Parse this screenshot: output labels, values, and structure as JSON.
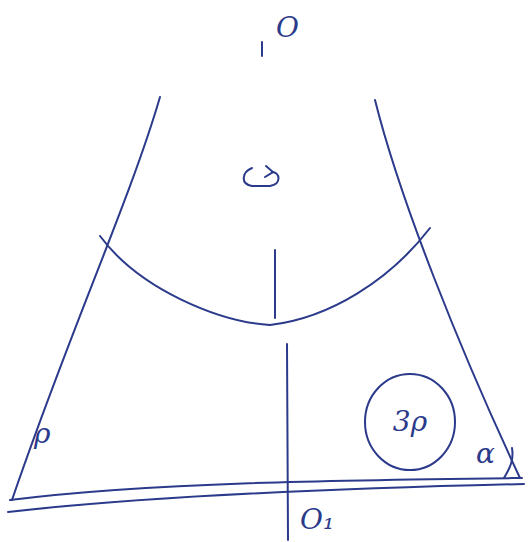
{
  "diagram": {
    "nodes": [
      {
        "text": [
          "3ρ"
        ]
      }
    ],
    "labels": [
      "O",
      "ρ",
      "α",
      "O₁"
    ]
  }
}
